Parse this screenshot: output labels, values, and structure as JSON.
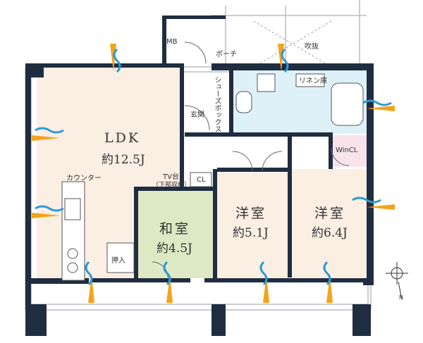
{
  "rooms": {
    "ldk": {
      "name": "LDK",
      "size": "約12.5J"
    },
    "washitsu": {
      "name": "和室",
      "size": "約4.5J"
    },
    "yoshitsu1": {
      "name": "洋室",
      "size": "約5.1J"
    },
    "yoshitsu2": {
      "name": "洋室",
      "size": "約6.4J"
    }
  },
  "labels": {
    "mb": "MB",
    "porch": "ポーチ",
    "fukinuke": "吹抜",
    "linen": "リネン庫",
    "shoes_box": "シューズボックス",
    "genkan": "玄関",
    "counter": "カウンター",
    "tv_dai": "TV台",
    "tv_note": "（下部収納）",
    "cl": "CL",
    "wincl": "WinCL",
    "oshiire": "押入"
  },
  "compass": {
    "north": "N"
  },
  "colors": {
    "wall": "#1f2d40",
    "ldk_floor": "#fbeee3",
    "washitsu_floor": "#dde9c4",
    "yoshitsu_floor": "#fbeee3",
    "wet_area": "#dff1f8",
    "wincl_floor": "#f8e3ea",
    "wind_arrow": "#f5a31a",
    "wind_wave": "#2a9ad6"
  }
}
